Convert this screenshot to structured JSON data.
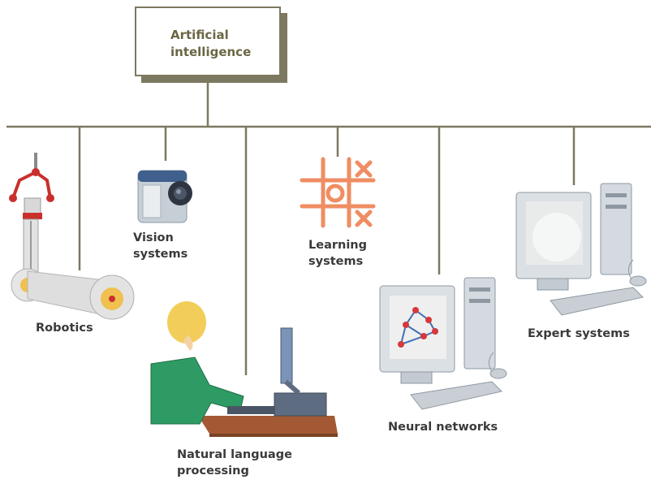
{
  "diagram": {
    "root": {
      "line1": "Artificial",
      "line2": "intelligence"
    },
    "branches": {
      "robotics": "Robotics",
      "vision": {
        "line1": "Vision",
        "line2": "systems"
      },
      "nlp": {
        "line1": "Natural language",
        "line2": "processing"
      },
      "learning": {
        "line1": "Learning",
        "line2": "systems"
      },
      "neural": "Neural networks",
      "expert": "Expert systems"
    }
  },
  "colors": {
    "connector": "#7d7860",
    "root_text": "#6b6644",
    "label_text": "#3a3a3a",
    "tictactoe": "#ef8d63"
  }
}
